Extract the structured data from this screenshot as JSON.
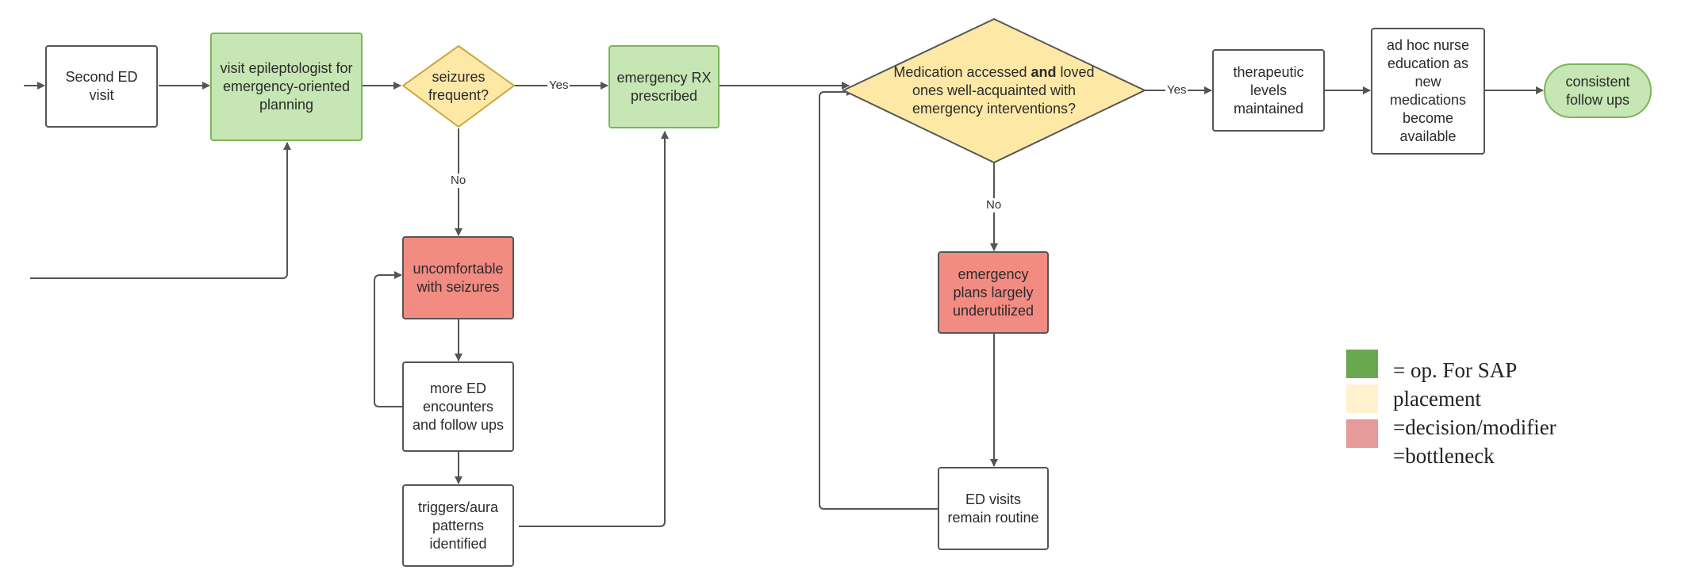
{
  "nodes": {
    "second_ed_visit": "Second ED visit",
    "visit_epileptologist": "visit epileptologist for emergency-oriented planning",
    "seizures_frequent": "seizures frequent?",
    "emergency_rx": "emergency RX prescribed",
    "medication_decision_pre": "Medication accessed ",
    "medication_decision_bold": "and",
    "medication_decision_post": " loved ones well-acquainted with emergency interventions?",
    "therapeutic_levels": "therapeutic levels maintained",
    "ad_hoc_nurse": "ad hoc nurse education as new medications become available",
    "consistent_follow_ups": "consistent follow ups",
    "uncomfortable": "uncomfortable with seizures",
    "more_ed": "more ED encounters and follow ups",
    "triggers": "triggers/aura patterns identified",
    "emergency_plans": "emergency plans largely underutilized",
    "ed_visits_routine": "ED visits remain routine"
  },
  "edge_labels": {
    "yes_1": "Yes",
    "no_1": "No",
    "yes_2": "Yes",
    "no_2": "No"
  },
  "legend": {
    "green_text": "= op. For SAP",
    "yellow_text": "placement",
    "red_text_1": "=decision/modifier",
    "red_text_2": "=bottleneck",
    "green_color": "#6aa84f",
    "yellow_color": "#fff2cc",
    "red_color": "#e69b9b"
  },
  "colors": {
    "green_fill": "#c6e6b3",
    "yellow_fill": "#fde8a6",
    "red_fill": "#f28b82",
    "line": "#555555"
  }
}
